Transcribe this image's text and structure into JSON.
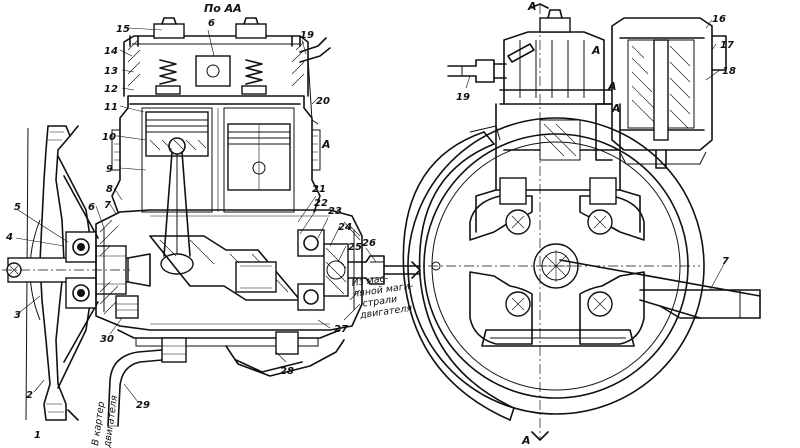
{
  "section_title": "По АА",
  "section_marks": {
    "top": "А",
    "right_side": "А",
    "bottom": "А",
    "view_top": "А",
    "view_mid": "А",
    "view_bottom": "А"
  },
  "callouts": {
    "c1": "1",
    "c2": "2",
    "c3": "3",
    "c4": "4",
    "c5": "5",
    "c6": "6",
    "c6b": "6",
    "c7": "7",
    "c7b": "7",
    "c8": "8",
    "c9": "9",
    "c10": "10",
    "c11": "11",
    "c12": "12",
    "c13": "13",
    "c14": "14",
    "c15": "15",
    "c16": "16",
    "c17": "17",
    "c18": "18",
    "c19": "19",
    "c19b": "19",
    "c20": "20",
    "c21": "21",
    "c22": "22",
    "c23": "23",
    "c24": "24",
    "c25": "25",
    "c26": "26",
    "c27": "27",
    "c28": "28",
    "c29": "29",
    "c30": "30"
  },
  "notes": {
    "oil_inlet": [
      "Из мас-",
      "ляной маги-",
      "страли",
      "двигателя"
    ],
    "oil_outlet": [
      "В картер",
      "двигателя"
    ]
  }
}
